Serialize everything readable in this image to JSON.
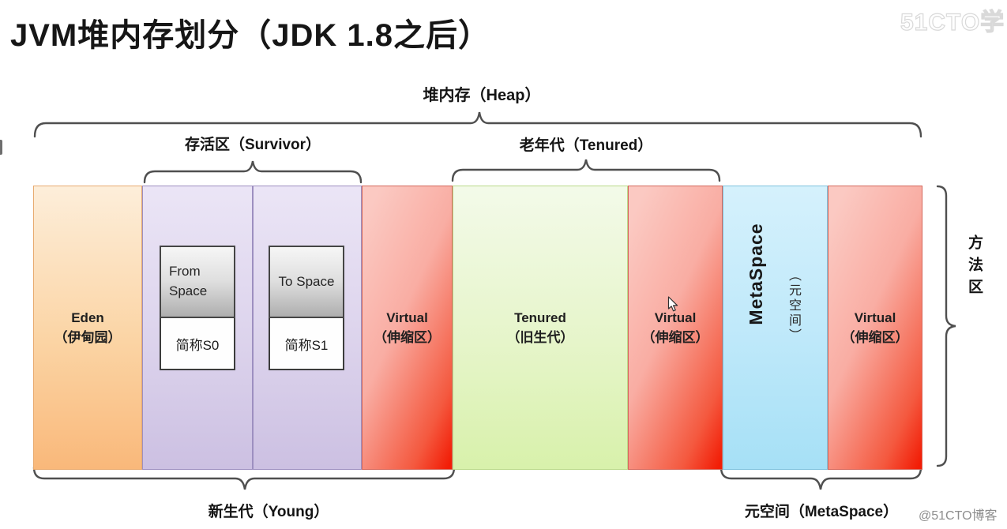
{
  "title": "JVM堆内存划分（JDK 1.8之后）",
  "braces": {
    "heap": "堆内存（Heap）",
    "survivor": "存活区（Survivor）",
    "tenured": "老年代（Tenured）",
    "young": "新生代（Young）",
    "metaspace": "元空间（MetaSpace）",
    "method_area": "方法区"
  },
  "regions": {
    "eden": {
      "title": "Eden",
      "subtitle": "（伊甸园）"
    },
    "virtual": {
      "title": "Virtual",
      "subtitle": "（伸缩区）"
    },
    "tenured": {
      "title": "Tenured",
      "subtitle": "（旧生代）"
    },
    "metaspace": {
      "title": "MetaSpace",
      "subtitle": "（元空间）"
    }
  },
  "survivor_boxes": {
    "s0": {
      "space_label": "From Space",
      "caption": "简称S0"
    },
    "s1": {
      "space_label": "To Space",
      "caption": "简称S1"
    }
  },
  "colors": {
    "eden_top": "#fdeeda",
    "eden_bottom": "#f9b87a",
    "survivor_top": "#ebe5f6",
    "survivor_bottom": "#ccc0e2",
    "virtual_light": "#fbc9c2",
    "virtual_bright": "#f21d06",
    "tenured_top": "#f3fae9",
    "tenured_bottom": "#d8f1ab",
    "metaspace_top": "#d5f1fc",
    "metaspace_bottom": "#a6e0f6",
    "brace_stroke": "#4f4f4f"
  },
  "watermarks": {
    "top_right": "51CTO学",
    "bottom_right": "@51CTO博客"
  }
}
